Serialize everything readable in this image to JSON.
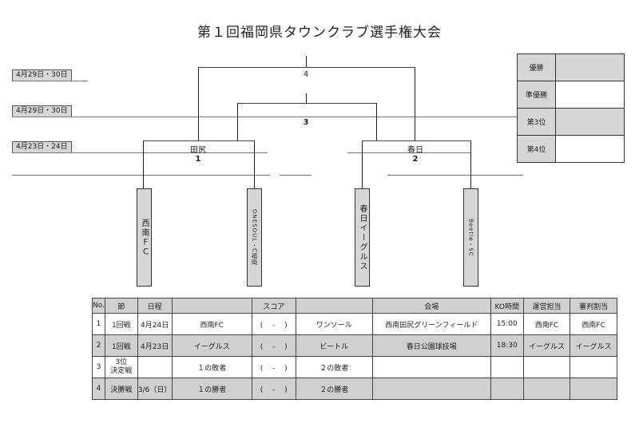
{
  "title": "第１回福岡県タウンクラブ選手権大会",
  "dates": [
    "4月29日・30日",
    "4月29日・30日",
    "4月23日・24日"
  ],
  "bracket": {
    "final_no": "4",
    "third_no": "3",
    "semi1": {
      "venue": "田尻",
      "no": "1"
    },
    "semi2": {
      "venue": "春日",
      "no": "2"
    }
  },
  "teams": [
    "西南ＦＣ",
    "ONESOUL・C福岡",
    "春日イーグルス",
    "Beetle・SC"
  ],
  "ranking": {
    "rows": [
      {
        "label": "優勝",
        "value": ""
      },
      {
        "label": "準優勝",
        "value": ""
      },
      {
        "label": "第3位",
        "value": ""
      },
      {
        "label": "第4位",
        "value": ""
      }
    ]
  },
  "schedule": {
    "headers": {
      "no": "No.",
      "round": "節",
      "date": "日程",
      "blank1": "",
      "score": "スコア",
      "blank2": "",
      "venue": "会場",
      "ko": "KO時間",
      "host": "運営担当",
      "referee": "審判割当"
    },
    "score_mark": "(　 - 　)",
    "rows": [
      {
        "no": "1",
        "round": "1回戦",
        "date": "4月24日",
        "home": "西南FC",
        "away": "ワンソール",
        "venue": "西南田尻グリーンフィールド",
        "ko": "15:00",
        "host": "西南FC",
        "referee": "西南FC"
      },
      {
        "no": "2",
        "round": "1回戦",
        "date": "4月23日",
        "home": "イーグルス",
        "away": "ビートル",
        "venue": "春日公園球技場",
        "ko": "18:30",
        "host": "イーグルス",
        "referee": "イーグルス"
      },
      {
        "no": "3",
        "round": "3位\n決定戦",
        "date": "",
        "home": "１の敗者",
        "away": "２の敗者",
        "venue": "",
        "ko": "",
        "host": "",
        "referee": ""
      },
      {
        "no": "4",
        "round": "決勝戦",
        "date": "3/6（日）",
        "home": "１の勝者",
        "away": "２の勝者",
        "venue": "",
        "ko": "",
        "host": "",
        "referee": ""
      }
    ]
  }
}
